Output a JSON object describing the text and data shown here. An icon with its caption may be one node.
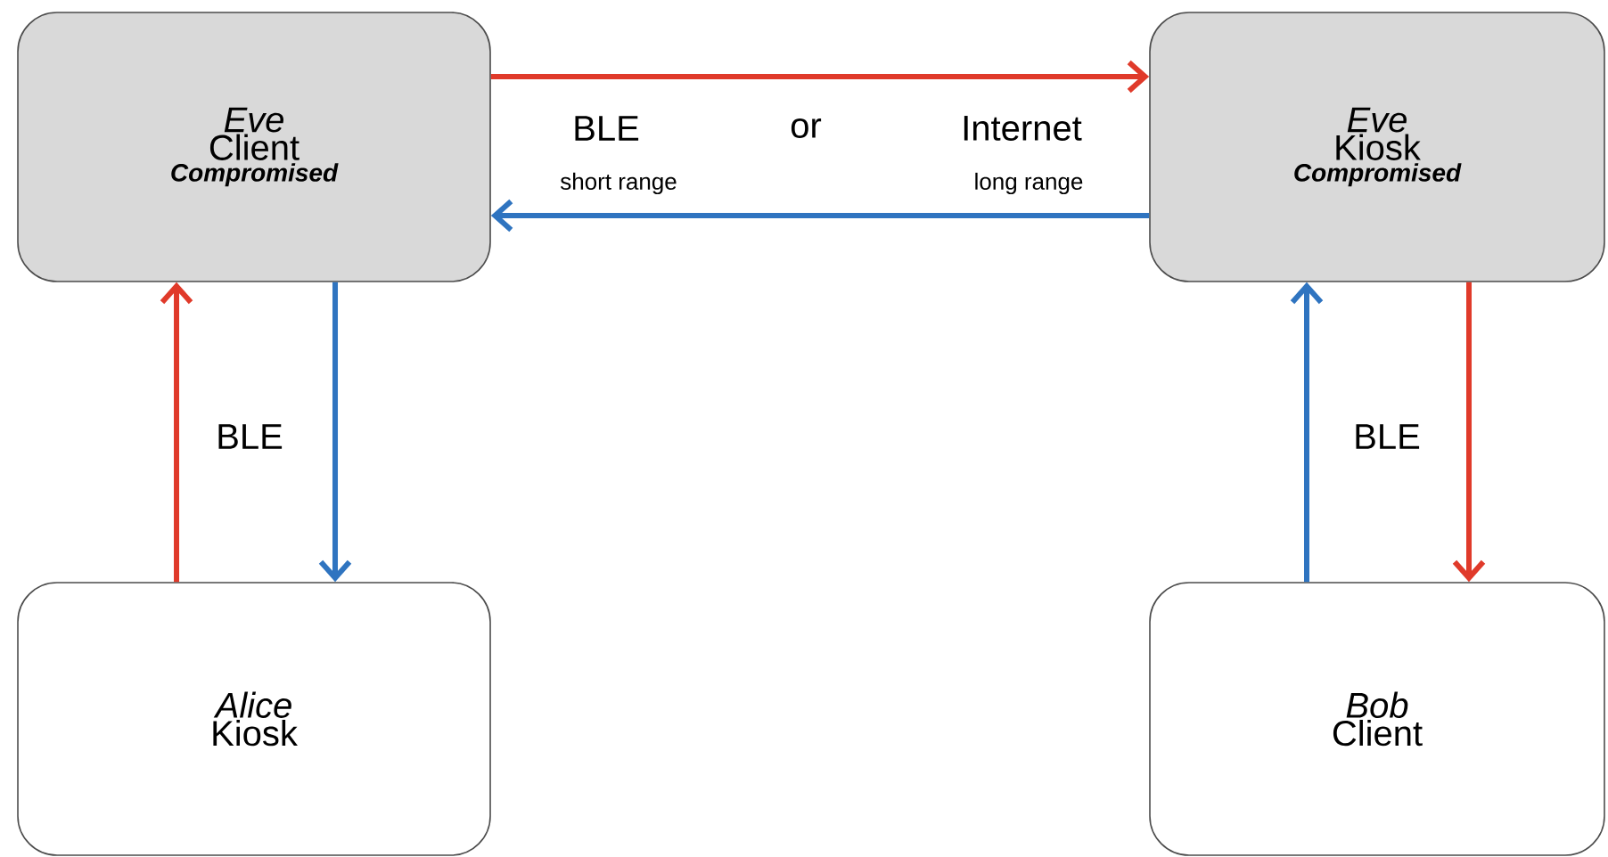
{
  "diagram": {
    "nodes": [
      {
        "text": [
          "Eve",
          "Client",
          "Compromised"
        ]
      },
      {
        "text": [
          "Eve",
          "Kiosk",
          "Compromised"
        ]
      },
      {
        "text": [
          "Alice",
          "Kiosk"
        ]
      },
      {
        "text": [
          "Bob",
          "Client"
        ]
      }
    ],
    "edges": [
      {
        "from": 0,
        "to": 1,
        "arrow": "to",
        "color": "#e03a2a"
      },
      {
        "from": 1,
        "to": 0,
        "arrow": "to",
        "color": "#2f74c0"
      },
      {
        "from": 2,
        "to": 0,
        "arrow": "to",
        "color": "#e03a2a"
      },
      {
        "from": 0,
        "to": 2,
        "arrow": "to",
        "color": "#2f74c0"
      },
      {
        "from": 3,
        "to": 1,
        "arrow": "to",
        "color": "#2f74c0"
      },
      {
        "from": 1,
        "to": 3,
        "arrow": "to",
        "color": "#e03a2a"
      }
    ],
    "labels": [
      "BLE",
      "or",
      "Internet",
      "short range",
      "long range",
      "BLE",
      "BLE"
    ]
  }
}
